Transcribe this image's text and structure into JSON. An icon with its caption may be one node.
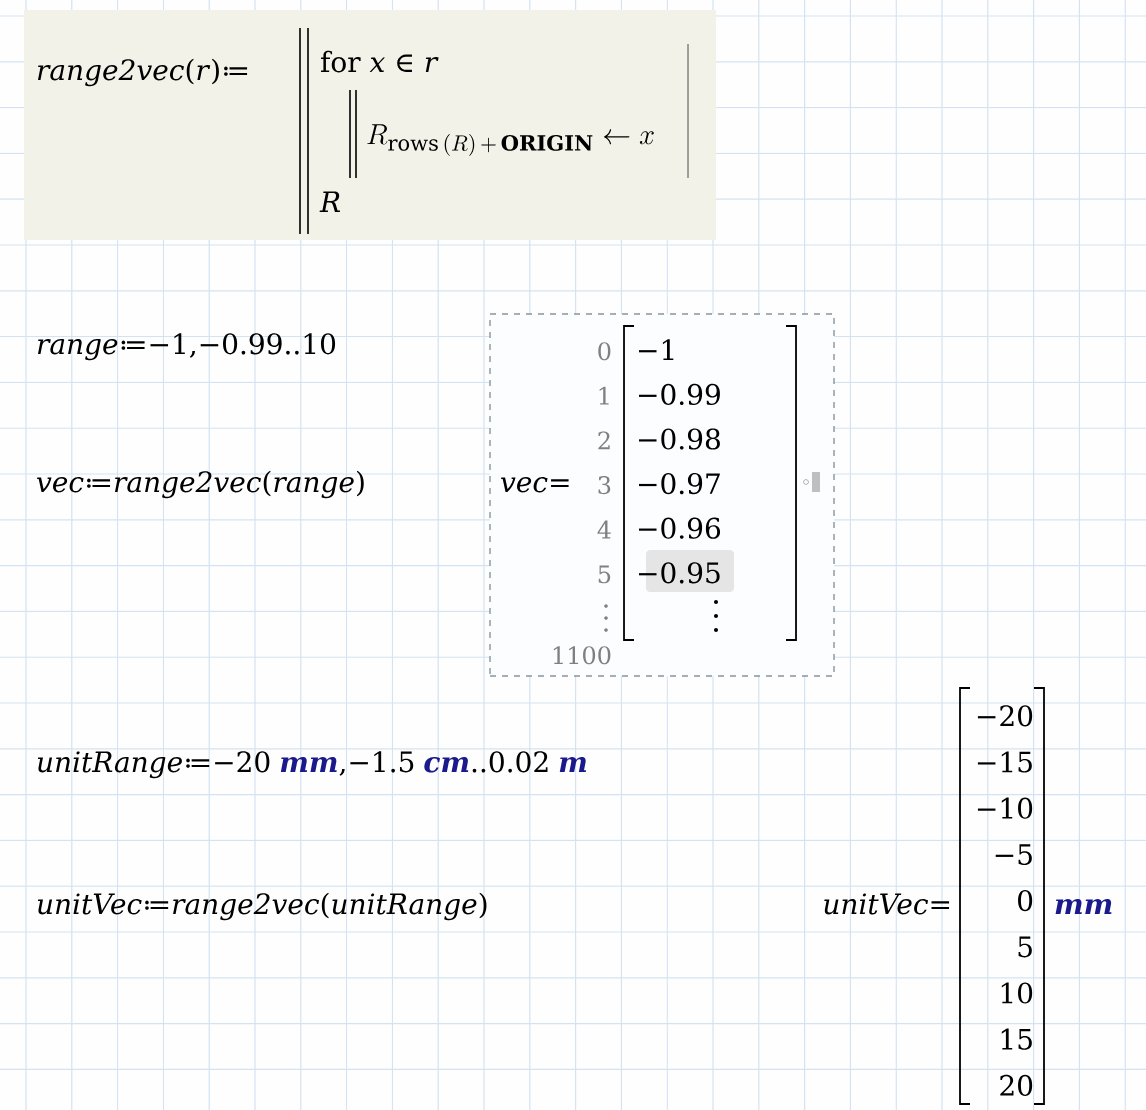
{
  "diagram": {
    "nodes": [
      {
        "text": [
          "*range2vec*(*r*)≔",
          "for *x* ∈ *r*",
          "R_{\\mathrm{rows}\\,(R)\\,+\\,\\mathbf{ORIGIN}} \\leftarrow x",
          "*R*"
        ]
      },
      {
        "text": [
          "*vec*=",
          "0",
          "1",
          "2",
          "3",
          "4",
          "5",
          "1100",
          "−1",
          "−0.99",
          "−0.98",
          "−0.97",
          "−0.96",
          "−0.95"
        ]
      }
    ],
    "labels": [
      "*range*≔−1,−0.99..10",
      "*vec*≔*range2vec*(*range*)",
      "*unitRange*≔−20",
      "mm",
      ",−1.5",
      "cm",
      "..0.02",
      "m",
      "*unitVec*≔*range2vec*(*unitRange*)",
      "*unitVec*=",
      "−20",
      "−15",
      "−10",
      "−5",
      "0",
      "5",
      "10",
      "15",
      "20",
      "mm"
    ]
  }
}
